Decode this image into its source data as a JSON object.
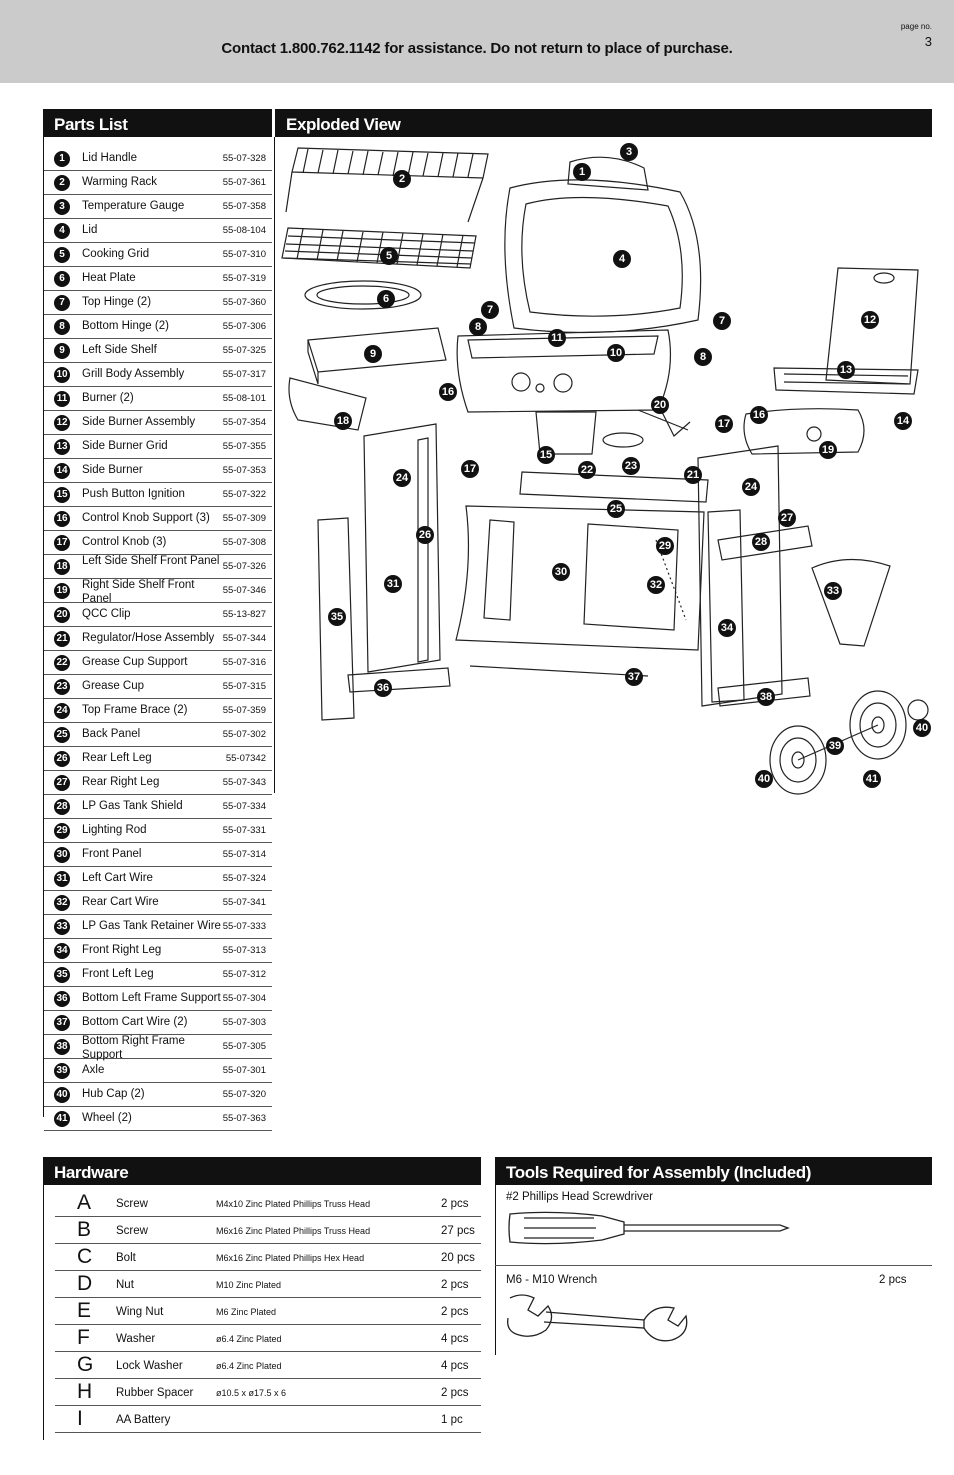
{
  "header": {
    "contact": "Contact 1.800.762.1142 for assistance. Do not return to place of purchase.",
    "page_label": "page no.",
    "page_number": "3"
  },
  "parts": {
    "title": "Parts List",
    "items": [
      {
        "num": "1",
        "name": "Lid Handle",
        "code": "55-07-328"
      },
      {
        "num": "2",
        "name": "Warming Rack",
        "code": "55-07-361"
      },
      {
        "num": "3",
        "name": "Temperature Gauge",
        "code": "55-07-358"
      },
      {
        "num": "4",
        "name": "Lid",
        "code": "55-08-104"
      },
      {
        "num": "5",
        "name": "Cooking Grid",
        "code": "55-07-310"
      },
      {
        "num": "6",
        "name": "Heat Plate",
        "code": "55-07-319"
      },
      {
        "num": "7",
        "name": "Top Hinge (2)",
        "code": "55-07-360"
      },
      {
        "num": "8",
        "name": "Bottom Hinge (2)",
        "code": "55-07-306"
      },
      {
        "num": "9",
        "name": "Left Side Shelf",
        "code": "55-07-325"
      },
      {
        "num": "10",
        "name": "Grill Body Assembly",
        "code": "55-07-317"
      },
      {
        "num": "11",
        "name": "Burner (2)",
        "code": "55-08-101"
      },
      {
        "num": "12",
        "name": "Side Burner Assembly",
        "code": "55-07-354"
      },
      {
        "num": "13",
        "name": "Side Burner Grid",
        "code": "55-07-355"
      },
      {
        "num": "14",
        "name": "Side Burner",
        "code": "55-07-353"
      },
      {
        "num": "15",
        "name": "Push Button Ignition",
        "code": "55-07-322"
      },
      {
        "num": "16",
        "name": "Control Knob Support (3)",
        "code": "55-07-309"
      },
      {
        "num": "17",
        "name": "Control Knob (3)",
        "code": "55-07-308"
      },
      {
        "num": "18",
        "name": "Left Side Shelf Front Panel",
        "code": "55-07-326"
      },
      {
        "num": "19",
        "name": "Right Side Shelf Front Panel",
        "code": "55-07-346"
      },
      {
        "num": "20",
        "name": "QCC Clip",
        "code": "55-13-827"
      },
      {
        "num": "21",
        "name": "Regulator/Hose Assembly",
        "code": "55-07-344"
      },
      {
        "num": "22",
        "name": "Grease Cup Support",
        "code": "55-07-316"
      },
      {
        "num": "23",
        "name": "Grease Cup",
        "code": "55-07-315"
      },
      {
        "num": "24",
        "name": "Top Frame Brace (2)",
        "code": "55-07-359"
      },
      {
        "num": "25",
        "name": "Back Panel",
        "code": "55-07-302"
      },
      {
        "num": "26",
        "name": "Rear Left Leg",
        "code": "55-07342"
      },
      {
        "num": "27",
        "name": "Rear Right Leg",
        "code": "55-07-343"
      },
      {
        "num": "28",
        "name": "LP Gas Tank Shield",
        "code": "55-07-334"
      },
      {
        "num": "29",
        "name": "Lighting Rod",
        "code": "55-07-331"
      },
      {
        "num": "30",
        "name": "Front Panel",
        "code": "55-07-314"
      },
      {
        "num": "31",
        "name": "Left Cart Wire",
        "code": "55-07-324"
      },
      {
        "num": "32",
        "name": "Rear Cart Wire",
        "code": "55-07-341"
      },
      {
        "num": "33",
        "name": "LP Gas Tank Retainer Wire",
        "code": "55-07-333"
      },
      {
        "num": "34",
        "name": "Front Right Leg",
        "code": "55-07-313"
      },
      {
        "num": "35",
        "name": "Front Left Leg",
        "code": "55-07-312"
      },
      {
        "num": "36",
        "name": "Bottom Left Frame Support",
        "code": "55-07-304"
      },
      {
        "num": "37",
        "name": "Bottom Cart Wire (2)",
        "code": "55-07-303"
      },
      {
        "num": "38",
        "name": "Bottom Right Frame Support",
        "code": "55-07-305"
      },
      {
        "num": "39",
        "name": "Axle",
        "code": "55-07-301"
      },
      {
        "num": "40",
        "name": "Hub Cap (2)",
        "code": "55-07-320"
      },
      {
        "num": "41",
        "name": "Wheel (2)",
        "code": "55-07-363"
      }
    ]
  },
  "exploded": {
    "title": "Exploded View",
    "callouts": [
      "1",
      "2",
      "3",
      "4",
      "5",
      "6",
      "7",
      "7",
      "8",
      "8",
      "9",
      "10",
      "11",
      "12",
      "13",
      "14",
      "15",
      "16",
      "16",
      "17",
      "17",
      "18",
      "19",
      "20",
      "21",
      "22",
      "23",
      "24",
      "24",
      "25",
      "26",
      "27",
      "28",
      "29",
      "30",
      "31",
      "32",
      "33",
      "34",
      "35",
      "36",
      "37",
      "38",
      "39",
      "40",
      "40",
      "41"
    ]
  },
  "hardware": {
    "title": "Hardware",
    "items": [
      {
        "letter": "A",
        "name": "Screw",
        "desc": "M4x10 Zinc Plated Phillips Truss Head",
        "qty": "2 pcs"
      },
      {
        "letter": "B",
        "name": "Screw",
        "desc": "M6x16 Zinc Plated Phillips Truss Head",
        "qty": "27 pcs"
      },
      {
        "letter": "C",
        "name": "Bolt",
        "desc": "M6x16 Zinc Plated Phillips Hex Head",
        "qty": "20 pcs"
      },
      {
        "letter": "D",
        "name": "Nut",
        "desc": "M10 Zinc Plated",
        "qty": "2 pcs"
      },
      {
        "letter": "E",
        "name": "Wing Nut",
        "desc": "M6 Zinc Plated",
        "qty": "2 pcs"
      },
      {
        "letter": "F",
        "name": "Washer",
        "desc": "ø6.4 Zinc Plated",
        "qty": "4 pcs"
      },
      {
        "letter": "G",
        "name": "Lock Washer",
        "desc": "ø6.4 Zinc Plated",
        "qty": "4 pcs"
      },
      {
        "letter": "H",
        "name": "Rubber Spacer",
        "desc": "ø10.5 x ø17.5 x 6",
        "qty": "2 pcs"
      },
      {
        "letter": "I",
        "name": "AA Battery",
        "desc": "",
        "qty": "1 pc"
      }
    ]
  },
  "tools": {
    "title": "Tools Required for Assembly (Included)",
    "screwdriver": "#2 Phillips Head Screwdriver",
    "wrench": "M6 - M10 Wrench",
    "wrench_qty": "2 pcs"
  }
}
